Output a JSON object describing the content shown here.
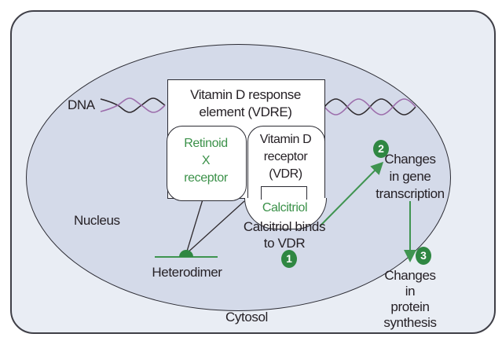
{
  "labels": {
    "dna": "DNA",
    "nucleus": "Nucleus",
    "cytosol": "Cytosol",
    "heterodimer": "Heterodimer"
  },
  "vdre_box": {
    "title": [
      "Vitamin D response",
      "element (VDRE)"
    ]
  },
  "rxr_box": {
    "title": [
      "Retinoid",
      "X",
      "receptor"
    ]
  },
  "vdr_box": {
    "title": [
      "Vitamin D",
      "receptor",
      "(VDR)"
    ]
  },
  "calcitriol_tag": {
    "label": "Calcitriol"
  },
  "steps": [
    {
      "number": "1",
      "caption": [
        "Calcitriol binds",
        "to VDR"
      ]
    },
    {
      "number": "2",
      "caption": [
        "Changes",
        "in gene",
        "transcription"
      ]
    },
    {
      "number": "3",
      "caption": [
        "Changes",
        "in",
        "protein",
        "synthesis"
      ]
    }
  ],
  "colors": {
    "step_badge_green": "#2f8742",
    "accent_green_text": "#3b9149",
    "arrow_green": "#3f9450",
    "dna_strand_purple": "#9c6dab",
    "dna_strand_black": "#2f2a2e",
    "ink": "#262126",
    "cytosol_fill": "#e9edf4",
    "nucleus_fill": "#d4dae9"
  }
}
